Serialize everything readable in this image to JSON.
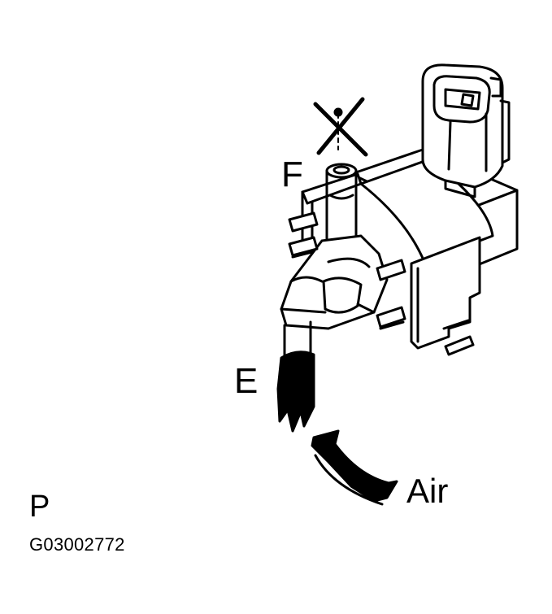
{
  "labels": {
    "port_f": "F",
    "port_e": "E",
    "air": "Air",
    "page_marker": "P",
    "figure_code": "G03002772"
  },
  "colors": {
    "line": "#000000",
    "background": "#ffffff"
  },
  "icons": {
    "blocked_mark": "x-cross-icon",
    "air_flow": "curved-arrow-icon"
  }
}
